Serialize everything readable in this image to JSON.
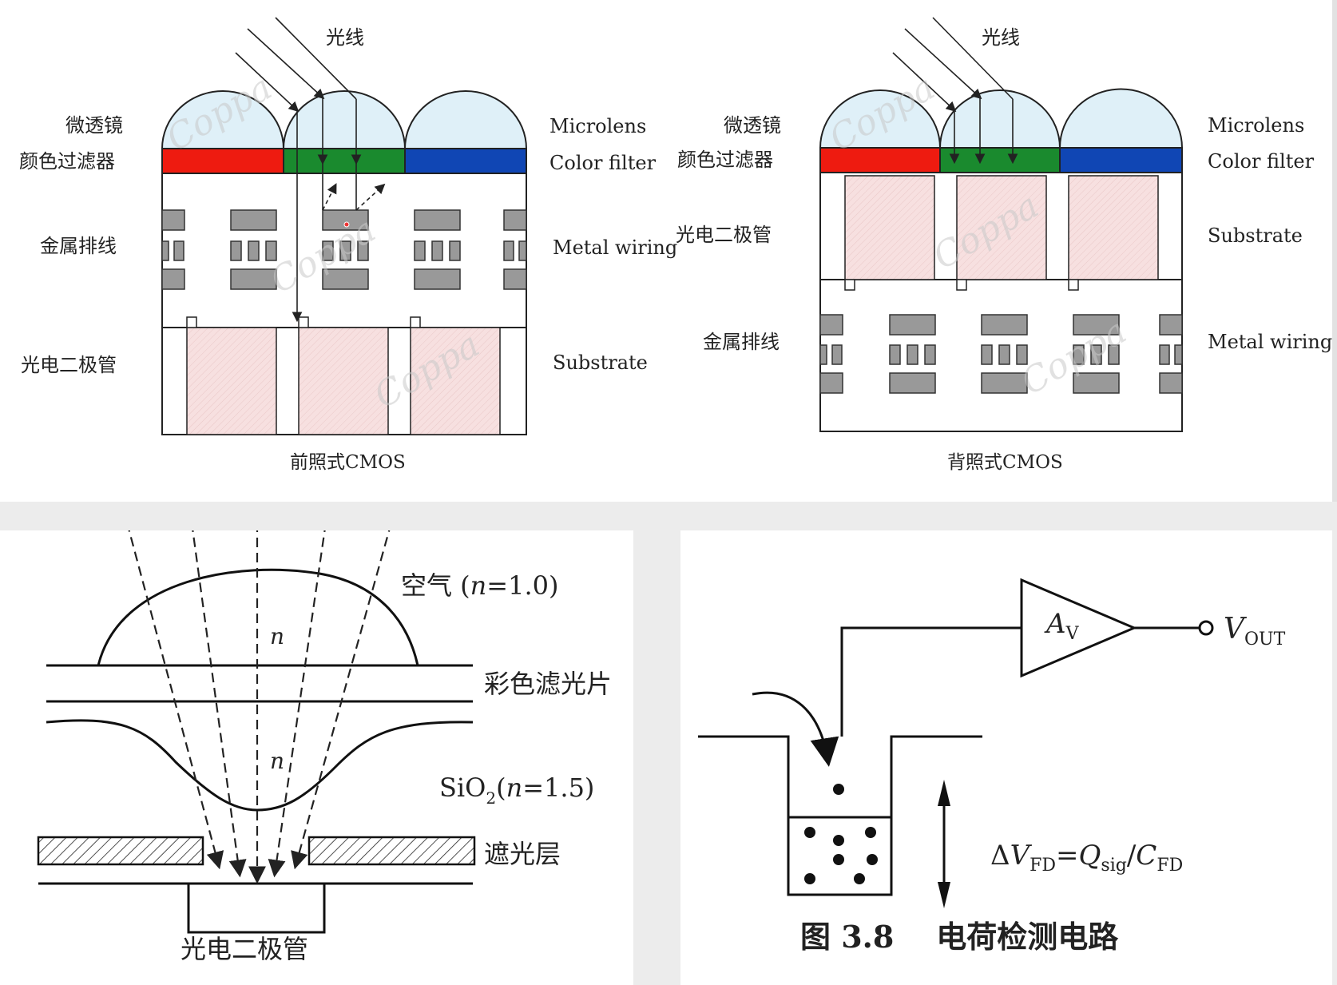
{
  "top": {
    "front": {
      "light": "光线",
      "microlens_cn": "微透镜",
      "filter_cn": "颜色过滤器",
      "wiring_cn": "金属排线",
      "diode_cn": "光电二极管",
      "microlens_en": "Microlens",
      "filter_en": "Color filter",
      "wiring_en": "Metal wiring",
      "substrate_en": "Substrate",
      "caption": "前照式CMOS"
    },
    "back": {
      "light": "光线",
      "microlens_cn": "微透镜",
      "filter_cn": "颜色过滤器",
      "diode_cn": "光电二极管",
      "wiring_cn": "金属排线",
      "microlens_en": "Microlens",
      "filter_en": "Color filter",
      "substrate_en": "Substrate",
      "wiring_en": "Metal wiring",
      "caption": "背照式CMOS"
    },
    "watermark": "Coppa",
    "filter_colors": [
      "#ee1b10",
      "#1a8a2e",
      "#1046b4"
    ],
    "substrate_color": "#f6dede"
  },
  "lens": {
    "air_label": "空气 (",
    "air_n": "n",
    "air_value": "=1.0)",
    "n_label": "n",
    "color_filter": "彩色滤光片",
    "sio2_prefix": "SiO",
    "sio2_sub": "2",
    "sio2_paren": "(",
    "sio2_n": "n",
    "sio2_value": "=1.5)",
    "shield": "遮光层",
    "photodiode": "光电二极管"
  },
  "circuit": {
    "amp_A": "A",
    "amp_sub": "V",
    "vout_V": "V",
    "vout_sub": "OUT",
    "eq_delta": "Δ",
    "eq_V": "V",
    "eq_fd1": "FD",
    "eq_equals": "=",
    "eq_Q": "Q",
    "eq_sig": "sig",
    "eq_slash": "/",
    "eq_C": "C",
    "eq_fd2": "FD",
    "caption": "图 3.8    电荷检测电路"
  }
}
